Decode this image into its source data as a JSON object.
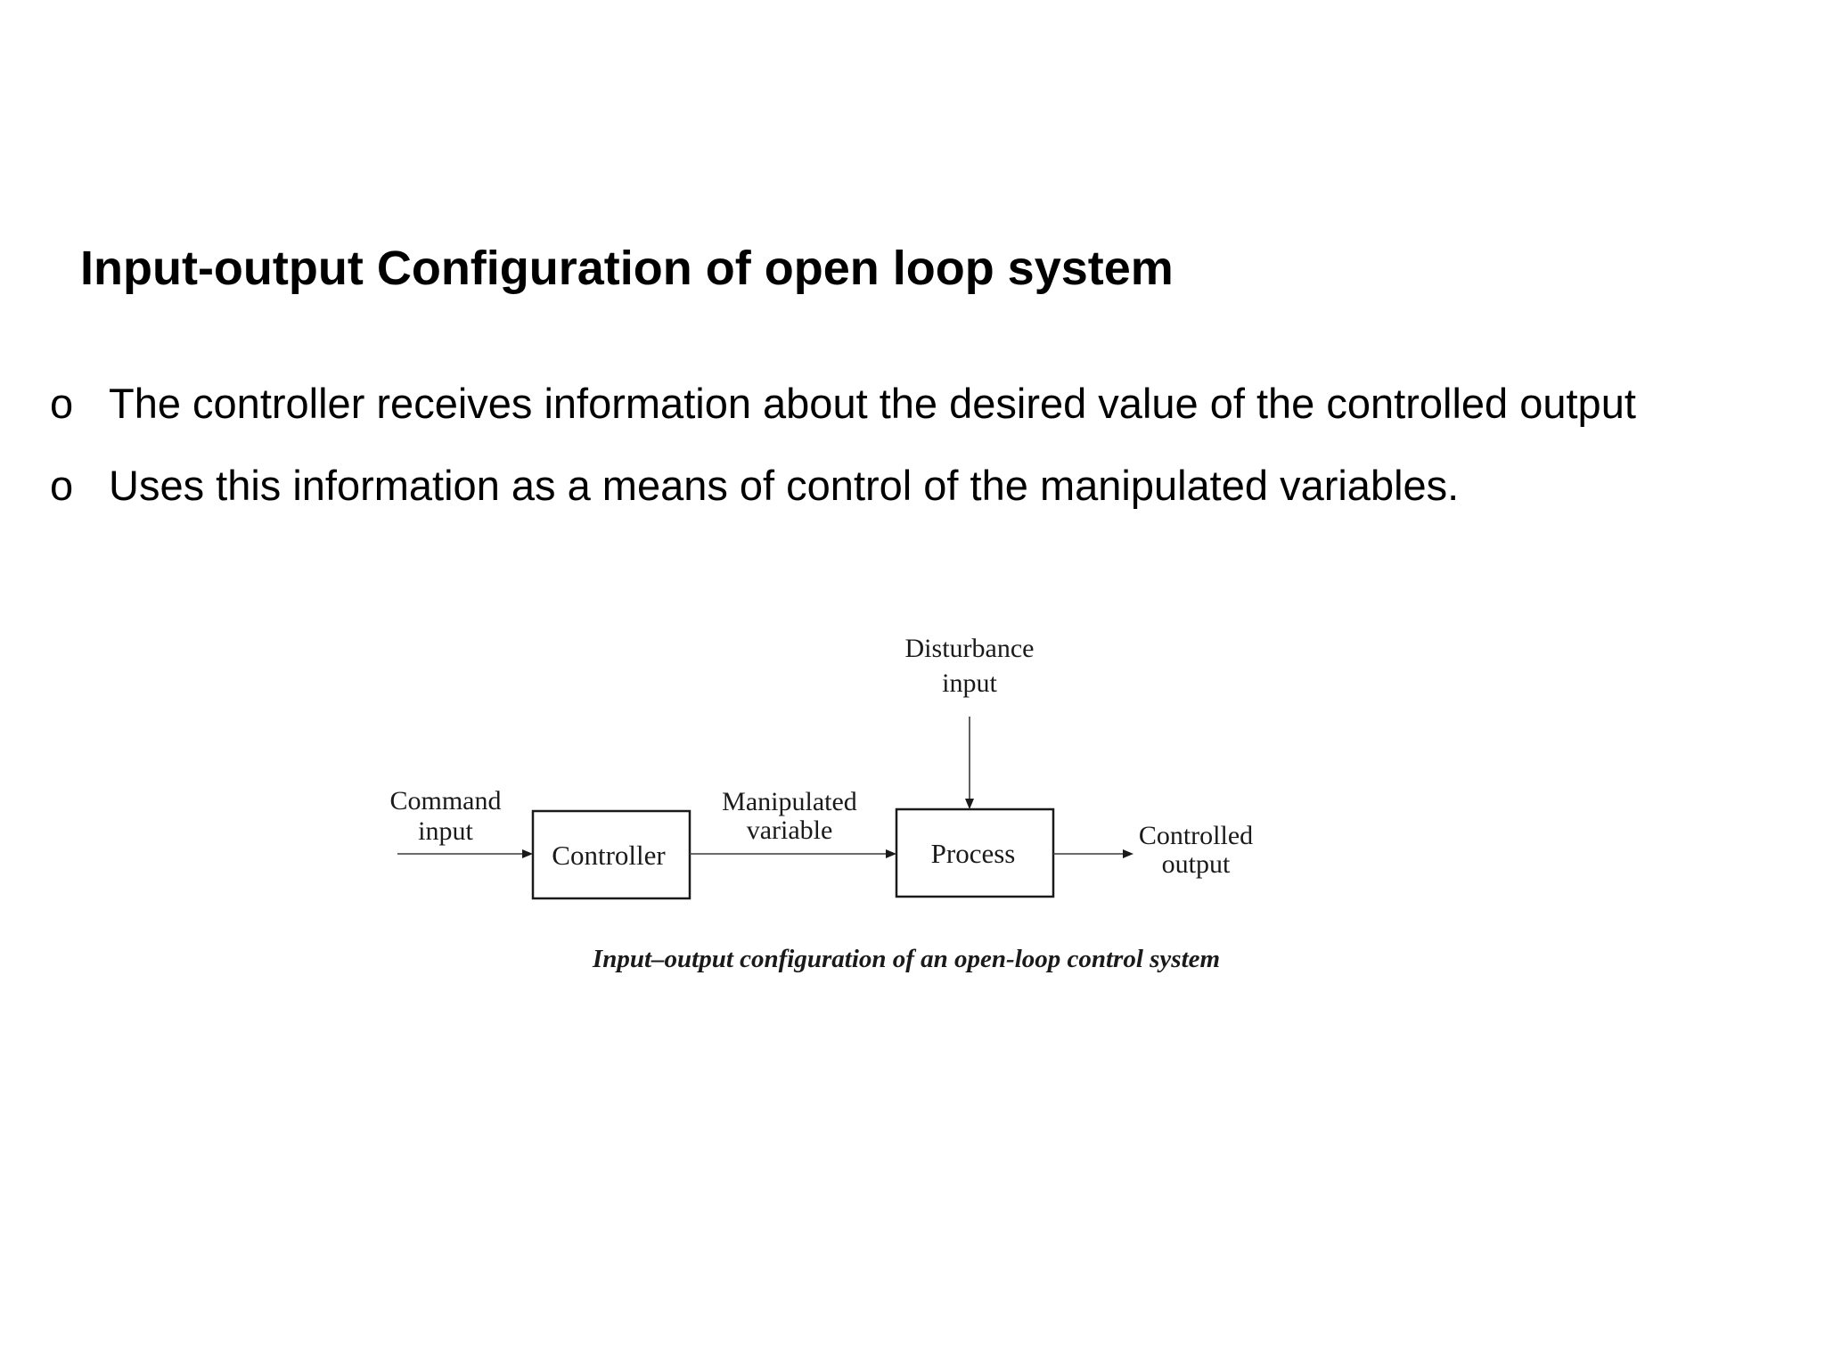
{
  "slide": {
    "title": "Input-output Configuration of open loop system",
    "bullets": [
      {
        "marker": "o",
        "text": "The controller receives information about the desired value of the controlled output"
      },
      {
        "marker": "o",
        "text": "Uses this information as a means of control of the manipulated variables."
      }
    ]
  },
  "diagram": {
    "blocks": {
      "controller": "Controller",
      "process": "Process"
    },
    "signals": {
      "command_input": [
        "Command",
        "input"
      ],
      "manipulated_variable": [
        "Manipulated",
        "variable"
      ],
      "disturbance_input": [
        "Disturbance",
        "input"
      ],
      "controlled_output": [
        "Controlled",
        "output"
      ]
    },
    "caption": "Input–output configuration of an open-loop control system",
    "colors": {
      "text": "#000000",
      "diagram_ink": "#1a1a1a",
      "background": "#ffffff"
    }
  }
}
